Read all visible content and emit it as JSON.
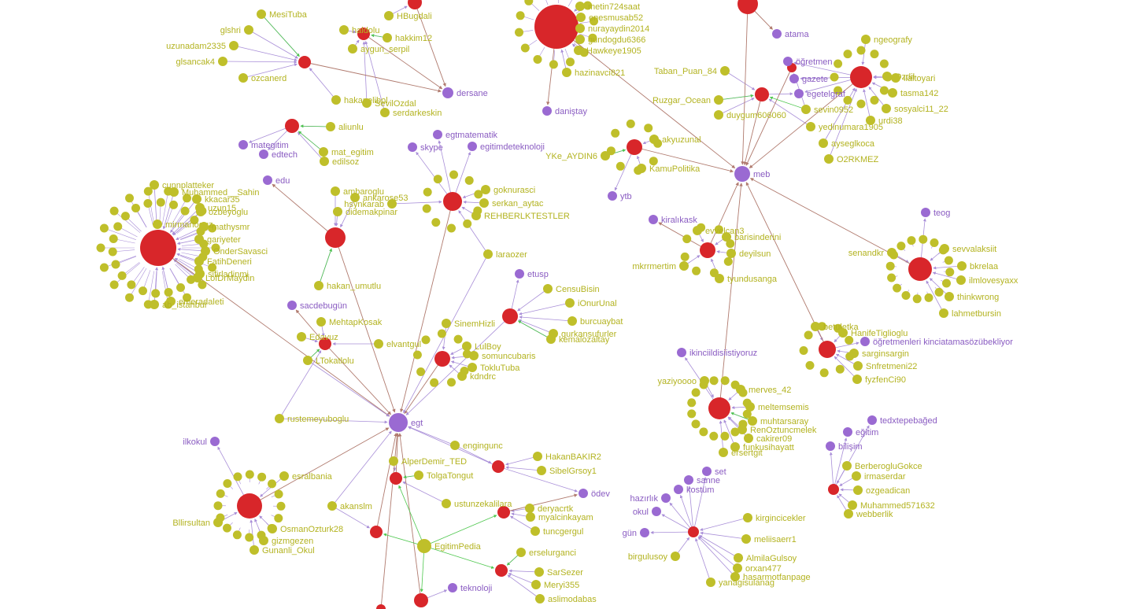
{
  "colors": {
    "user": "#bfbf2a",
    "hashtag": "#9a6ad2",
    "hub": "#d8262a",
    "edge_mention": "#b07a6e",
    "edge_hashtag": "#a98fd8",
    "edge_reply": "#4ec74e"
  },
  "nodes": [
    {
      "id": "h1",
      "kind": "hub",
      "label": ""
    },
    {
      "id": "h2",
      "kind": "hub",
      "label": ""
    },
    {
      "id": "h3",
      "kind": "hub",
      "label": ""
    },
    {
      "id": "h4",
      "kind": "hub",
      "label": ""
    },
    {
      "id": "h5",
      "kind": "hub",
      "label": ""
    },
    {
      "id": "h6",
      "kind": "hub",
      "label": ""
    },
    {
      "id": "h7",
      "kind": "hub",
      "label": ""
    },
    {
      "id": "h8",
      "kind": "hub",
      "label": ""
    },
    {
      "id": "h9",
      "kind": "hub",
      "label": ""
    },
    {
      "id": "h10",
      "kind": "hub",
      "label": ""
    },
    {
      "id": "h11",
      "kind": "hub",
      "label": ""
    },
    {
      "id": "h12",
      "kind": "hub",
      "label": ""
    },
    {
      "id": "h13",
      "kind": "hub",
      "label": ""
    },
    {
      "id": "h14",
      "kind": "hub",
      "label": ""
    },
    {
      "id": "h15",
      "kind": "hub",
      "label": ""
    },
    {
      "id": "h16",
      "kind": "hub",
      "label": ""
    },
    {
      "id": "h17",
      "kind": "hub",
      "label": ""
    },
    {
      "id": "h18",
      "kind": "hub",
      "label": ""
    },
    {
      "id": "h19",
      "kind": "hub",
      "label": ""
    },
    {
      "id": "h20",
      "kind": "hub",
      "label": ""
    },
    {
      "id": "h21",
      "kind": "hub",
      "label": ""
    },
    {
      "id": "h22",
      "kind": "hub",
      "label": ""
    },
    {
      "id": "h23",
      "kind": "hub",
      "label": ""
    },
    {
      "id": "h24",
      "kind": "hub",
      "label": ""
    },
    {
      "id": "h25",
      "kind": "hub",
      "label": ""
    },
    {
      "id": "h26",
      "kind": "hub",
      "label": ""
    },
    {
      "id": "h27",
      "kind": "hub",
      "label": ""
    },
    {
      "id": "h28",
      "kind": "hub",
      "label": ""
    },
    {
      "id": "h29",
      "kind": "hub",
      "label": ""
    },
    {
      "id": "h30",
      "kind": "hub",
      "label": ""
    },
    {
      "id": "t_egt",
      "kind": "tag-large",
      "label": "egt"
    },
    {
      "id": "t_meb",
      "kind": "tag-large",
      "label": "meb"
    },
    {
      "id": "t_dersane",
      "kind": "tag",
      "label": "dersane"
    },
    {
      "id": "t_danistay",
      "kind": "tag",
      "label": "daniştay"
    },
    {
      "id": "t_atama",
      "kind": "tag",
      "label": "atama"
    },
    {
      "id": "t_ogretmen",
      "kind": "tag",
      "label": "öğretmen"
    },
    {
      "id": "t_gazete",
      "kind": "tag",
      "label": "gazete"
    },
    {
      "id": "t_egetelgraf",
      "kind": "tag",
      "label": "egetelgraf"
    },
    {
      "id": "t_mategitim",
      "kind": "tag",
      "label": "mategitim"
    },
    {
      "id": "t_edtech",
      "kind": "tag",
      "label": "edtech"
    },
    {
      "id": "t_edu",
      "kind": "tag",
      "label": "edu"
    },
    {
      "id": "t_egtmatematik",
      "kind": "tag",
      "label": "egtmatematik"
    },
    {
      "id": "t_skype",
      "kind": "tag",
      "label": "skype"
    },
    {
      "id": "t_egitimdeteknoloji",
      "kind": "tag",
      "label": "egitimdeteknoloji"
    },
    {
      "id": "t_ytb",
      "kind": "tag",
      "label": "ytb"
    },
    {
      "id": "t_kiralikask",
      "kind": "tag",
      "label": "kiralıkask"
    },
    {
      "id": "t_teog",
      "kind": "tag",
      "label": "teog"
    },
    {
      "id": "t_etusp",
      "kind": "tag",
      "label": "etusp"
    },
    {
      "id": "t_sacdebugun",
      "kind": "tag",
      "label": "sacdebugün"
    },
    {
      "id": "t_ogretmenleri",
      "kind": "tag",
      "label": "öğretmenleri kinciatamasözübekliyor"
    },
    {
      "id": "t_ikinciildisi",
      "kind": "tag",
      "label": "ikinciildisiistiyoruz"
    },
    {
      "id": "t_ilkokul",
      "kind": "tag",
      "label": "ilkokul"
    },
    {
      "id": "t_odev",
      "kind": "tag",
      "label": "ödev"
    },
    {
      "id": "t_teknoloji",
      "kind": "tag",
      "label": "teknoloji"
    },
    {
      "id": "t_tedxtepebaged",
      "kind": "tag",
      "label": "tedxtepebağed"
    },
    {
      "id": "t_egitim",
      "kind": "tag",
      "label": "eğitim"
    },
    {
      "id": "t_bilisim",
      "kind": "tag",
      "label": "bilişim"
    },
    {
      "id": "t_set",
      "kind": "tag",
      "label": "set"
    },
    {
      "id": "t_sanne",
      "kind": "tag",
      "label": "sanne"
    },
    {
      "id": "t_kostum",
      "kind": "tag",
      "label": "kostüm"
    },
    {
      "id": "t_hazirlik",
      "kind": "tag",
      "label": "hazırlık"
    },
    {
      "id": "t_okul",
      "kind": "tag",
      "label": "okul"
    },
    {
      "id": "t_gun",
      "kind": "tag",
      "label": "gün"
    },
    {
      "id": "t_egitimpedia",
      "kind": "user-large",
      "label": "EgitimPedia"
    },
    {
      "id": "u_mesituba",
      "kind": "user",
      "label": "MesiTuba"
    },
    {
      "id": "u_glshri",
      "kind": "user",
      "label": "glshri"
    },
    {
      "id": "u_uzunadam",
      "kind": "user",
      "label": "uzunadam2335"
    },
    {
      "id": "u_glsancak",
      "kind": "user",
      "label": "glsancak4"
    },
    {
      "id": "u_ozcanerd",
      "kind": "user",
      "label": "ozcanerd"
    },
    {
      "id": "u_hbugdali",
      "kind": "user",
      "label": "HBugdali"
    },
    {
      "id": "u_haldolu",
      "kind": "user",
      "label": "haldolu"
    },
    {
      "id": "u_hakkim12",
      "kind": "user",
      "label": "hakkim12"
    },
    {
      "id": "u_aygunserpil",
      "kind": "user",
      "label": "aygun_serpil"
    },
    {
      "id": "u_metin724",
      "kind": "user",
      "label": "metin724saat"
    },
    {
      "id": "u_enesmusab",
      "kind": "user",
      "label": "enesmusab52"
    },
    {
      "id": "u_nurayaydin",
      "kind": "user",
      "label": "nurayaydin2014"
    },
    {
      "id": "u_gundogdu",
      "kind": "user",
      "label": "gundogdu6366"
    },
    {
      "id": "u_hawkeye",
      "kind": "user",
      "label": "Hawkeye1905"
    },
    {
      "id": "u_hazinavci",
      "kind": "user",
      "label": "hazinavci821"
    },
    {
      "id": "u_tabanpuan",
      "kind": "user",
      "label": "Taban_Puan_84"
    },
    {
      "id": "u_ruzgar",
      "kind": "user",
      "label": "Ruzgar_Ocean"
    },
    {
      "id": "u_duygum",
      "kind": "user",
      "label": "duygum606060"
    },
    {
      "id": "u_sevin",
      "kind": "user",
      "label": "sevin0952"
    },
    {
      "id": "u_yedinumara",
      "kind": "user",
      "label": "yedinumara1905"
    },
    {
      "id": "u_ayseglkoca",
      "kind": "user",
      "label": "ayseglkoca"
    },
    {
      "id": "u_o2rkmez",
      "kind": "user",
      "label": "O2RKMEZ"
    },
    {
      "id": "u_geografy",
      "kind": "user",
      "label": "ngeografy"
    },
    {
      "id": "u_ozdil",
      "kind": "user",
      "label": "Ozdil"
    },
    {
      "id": "u_ilaltoyari",
      "kind": "user",
      "label": "ilaltoyari"
    },
    {
      "id": "u_tasma",
      "kind": "user",
      "label": "tasma142"
    },
    {
      "id": "u_sosyalci",
      "kind": "user",
      "label": "sosyalci11_22"
    },
    {
      "id": "u_urdi38",
      "kind": "user",
      "label": "urdi38"
    },
    {
      "id": "u_hakanelibol",
      "kind": "user",
      "label": "hakanelibol"
    },
    {
      "id": "u_sevilozdal",
      "kind": "user",
      "label": "SevilOzdal"
    },
    {
      "id": "u_serdarkeskin",
      "kind": "user",
      "label": "serdarkeskin"
    },
    {
      "id": "u_aliunlu",
      "kind": "user",
      "label": "aliunlu"
    },
    {
      "id": "u_mategitim",
      "kind": "user",
      "label": "mat_egitim"
    },
    {
      "id": "u_edilsoz",
      "kind": "user",
      "label": "edilsoz"
    },
    {
      "id": "u_ambaroglu",
      "kind": "user",
      "label": "ambaroglu"
    },
    {
      "id": "u_ankarose",
      "kind": "user",
      "label": "ankarose53"
    },
    {
      "id": "u_didemakpinar",
      "kind": "user",
      "label": "didemakpinar"
    },
    {
      "id": "u_hakanumutlu",
      "kind": "user",
      "label": "hakan_umutlu"
    },
    {
      "id": "u_cunnplatteker",
      "kind": "user",
      "label": "cunnplatteker"
    },
    {
      "id": "u_muhammed",
      "kind": "user",
      "label": "Muhammed__Sahin"
    },
    {
      "id": "u_kkacar",
      "kind": "user",
      "label": "kkacar35"
    },
    {
      "id": "u_uzun15",
      "kind": "user",
      "label": "uzun15"
    },
    {
      "id": "u_ozbeyoglu",
      "kind": "user",
      "label": "ozbeyoglu"
    },
    {
      "id": "u_mirmanoguz",
      "kind": "user",
      "label": "mirmanoguz"
    },
    {
      "id": "u_mathysmr",
      "kind": "user",
      "label": "mathysmr"
    },
    {
      "id": "u_gariyeter",
      "kind": "user",
      "label": "gariyeter"
    },
    {
      "id": "u_ondersavasci",
      "kind": "user",
      "label": "OnderSavasci"
    },
    {
      "id": "u_fatihdeneri",
      "kind": "user",
      "label": "FatihDeneri"
    },
    {
      "id": "u_sifirladin",
      "kind": "user",
      "label": "sifirladinmi"
    },
    {
      "id": "u_lofdrmaydin",
      "kind": "user",
      "label": "LofDrMaydin"
    },
    {
      "id": "u_emeradaleti",
      "kind": "user",
      "label": "emeradaleti"
    },
    {
      "id": "u_istanbul",
      "kind": "user",
      "label": "ab_istanbul"
    },
    {
      "id": "u_goknurasci",
      "kind": "user",
      "label": "goknurasci"
    },
    {
      "id": "u_serkanaytac",
      "kind": "user",
      "label": "serkan_aytac"
    },
    {
      "id": "u_rehberlk",
      "kind": "user",
      "label": "REHBERLKTESTLER"
    },
    {
      "id": "u_hsynkarab",
      "kind": "user",
      "label": "hsynkarab"
    },
    {
      "id": "u_laraozer",
      "kind": "user",
      "label": "laraozer"
    },
    {
      "id": "u_akyuzunal",
      "kind": "user",
      "label": "akyuzunal"
    },
    {
      "id": "u_kamupolitika",
      "kind": "user",
      "label": "KamuPolitika"
    },
    {
      "id": "u_ykegaydin",
      "kind": "user",
      "label": "YKe_AYDIN6"
    },
    {
      "id": "u_evvelcan",
      "kind": "user",
      "label": "evvelcan3"
    },
    {
      "id": "u_barisinderini",
      "kind": "user",
      "label": "barisinderini"
    },
    {
      "id": "u_deyilsun",
      "kind": "user",
      "label": "deyilsun"
    },
    {
      "id": "u_mkrrmertim",
      "kind": "user",
      "label": "mkrrmertim"
    },
    {
      "id": "u_dudsanga",
      "kind": "user",
      "label": "tyundusanga"
    },
    {
      "id": "u_sevvalaksit",
      "kind": "user",
      "label": "sevvalaksiit"
    },
    {
      "id": "u_senandkr",
      "kind": "user",
      "label": "senandkr"
    },
    {
      "id": "u_bkrelaa",
      "kind": "user",
      "label": "bkrelaa"
    },
    {
      "id": "u_iloveyaxx",
      "kind": "user",
      "label": "ilmlovesyaxx"
    },
    {
      "id": "u_thinkwrong",
      "kind": "user",
      "label": "thinkwrong"
    },
    {
      "id": "u_lahmetbursin",
      "kind": "user",
      "label": "lahmetbursin"
    },
    {
      "id": "u_censubisin",
      "kind": "user",
      "label": "CensuBisin"
    },
    {
      "id": "u_ionurunal",
      "kind": "user",
      "label": "iOnurUnal"
    },
    {
      "id": "u_burcuaybat",
      "kind": "user",
      "label": "burcuaybat"
    },
    {
      "id": "u_gurkansufurler",
      "kind": "user",
      "label": "gurkansufurler"
    },
    {
      "id": "u_kemalozaltay",
      "kind": "user",
      "label": "kemalozaltay"
    },
    {
      "id": "u_mehtapkosak",
      "kind": "user",
      "label": "MehtapKosak"
    },
    {
      "id": "u_edavuz",
      "kind": "user",
      "label": "Edavuz"
    },
    {
      "id": "u_ltokatlolu",
      "kind": "user",
      "label": "LTokatlolu"
    },
    {
      "id": "u_elvantgul",
      "kind": "user",
      "label": "elvantgul"
    },
    {
      "id": "u_sinemhizli",
      "kind": "user",
      "label": "SinemHizli"
    },
    {
      "id": "u_lulboy",
      "kind": "user",
      "label": "LulBoy"
    },
    {
      "id": "u_somuncubaris",
      "kind": "user",
      "label": "somuncubaris"
    },
    {
      "id": "u_toklutuba",
      "kind": "user",
      "label": "TokluTuba"
    },
    {
      "id": "u_kdndrc",
      "kind": "user",
      "label": "kdndrc"
    },
    {
      "id": "u_rustemeyuboglu",
      "kind": "user",
      "label": "rustemeyuboglu"
    },
    {
      "id": "u_betuletka",
      "kind": "user",
      "label": "betuletka"
    },
    {
      "id": "u_hanifetiglioglu",
      "kind": "user",
      "label": "HanifeTiglioglu"
    },
    {
      "id": "u_sarginsargin",
      "kind": "user",
      "label": "sarginsargin"
    },
    {
      "id": "u_snfretmeni",
      "kind": "user",
      "label": "Snfretmeni22"
    },
    {
      "id": "u_fyzfenci",
      "kind": "user",
      "label": "fyzfenCi90"
    },
    {
      "id": "u_merves42",
      "kind": "user",
      "label": "merves_42"
    },
    {
      "id": "u_yaziyoooo",
      "kind": "user",
      "label": "yaziyoooo"
    },
    {
      "id": "u_meltemsemis",
      "kind": "user",
      "label": "meltemsemis"
    },
    {
      "id": "u_muhtarsaray",
      "kind": "user",
      "label": "muhtarsaray"
    },
    {
      "id": "u_renoztuncmelek",
      "kind": "user",
      "label": "RenOztuncmelek"
    },
    {
      "id": "u_cakirer",
      "kind": "user",
      "label": "cakirer09"
    },
    {
      "id": "u_funkusihayatt",
      "kind": "user",
      "label": "funkusihayatt"
    },
    {
      "id": "u_ersertgit",
      "kind": "user",
      "label": "ersertgit"
    },
    {
      "id": "u_esralbania",
      "kind": "user",
      "label": "esralbania"
    },
    {
      "id": "u_bllirsultan",
      "kind": "user",
      "label": "Bllirsultan"
    },
    {
      "id": "u_osmanozturk",
      "kind": "user",
      "label": "OsmanOzturk28"
    },
    {
      "id": "u_gizmgezen",
      "kind": "user",
      "label": "gizmgezen"
    },
    {
      "id": "u_gunanli",
      "kind": "user",
      "label": "Gunanli_Okul"
    },
    {
      "id": "u_akanslm",
      "kind": "user",
      "label": "akanslm"
    },
    {
      "id": "u_alperdemir",
      "kind": "user",
      "label": "AlperDemir_TED"
    },
    {
      "id": "u_tolgatongut",
      "kind": "user",
      "label": "TolgaTongut"
    },
    {
      "id": "u_engingunc",
      "kind": "user",
      "label": "engingunc"
    },
    {
      "id": "u_hakanbakir",
      "kind": "user",
      "label": "HakanBAKIR2"
    },
    {
      "id": "u_sibelgrsoy",
      "kind": "user",
      "label": "SibelGrsoy1"
    },
    {
      "id": "u_ustunzeka",
      "kind": "user",
      "label": "ustunzekalilara"
    },
    {
      "id": "u_deryacrtk",
      "kind": "user",
      "label": "deryacrtk"
    },
    {
      "id": "u_myalcinkayam",
      "kind": "user",
      "label": "myalcinkayam"
    },
    {
      "id": "u_tuncgergul",
      "kind": "user",
      "label": "tuncgergul"
    },
    {
      "id": "u_erselurganci",
      "kind": "user",
      "label": "erselurganci"
    },
    {
      "id": "u_sarsezer",
      "kind": "user",
      "label": "SarSezer"
    },
    {
      "id": "u_meryi355",
      "kind": "user",
      "label": "Meryi355"
    },
    {
      "id": "u_aslimodabas",
      "kind": "user",
      "label": "aslimodabas"
    },
    {
      "id": "u_berberoglugokce",
      "kind": "user",
      "label": "BerberogluGokce"
    },
    {
      "id": "u_irmaserdar",
      "kind": "user",
      "label": "irmaserdar"
    },
    {
      "id": "u_ozgeadican",
      "kind": "user",
      "label": "ozgeadican"
    },
    {
      "id": "u_muhammed571632",
      "kind": "user",
      "label": "Muhammed571632"
    },
    {
      "id": "u_webberlik",
      "kind": "user",
      "label": "webberlik"
    },
    {
      "id": "u_kirgincicekler",
      "kind": "user",
      "label": "kirgincicekler"
    },
    {
      "id": "u_meliisaerr",
      "kind": "user",
      "label": "meliisaerr1"
    },
    {
      "id": "u_almilagulsoy",
      "kind": "user",
      "label": "AlmilaGulsoy"
    },
    {
      "id": "u_orxan477",
      "kind": "user",
      "label": "orxan477"
    },
    {
      "id": "u_birgulusoy",
      "kind": "user",
      "label": "birgulusoy"
    },
    {
      "id": "u_hasarmotfanpage",
      "kind": "user",
      "label": "hasarmotfanpage"
    },
    {
      "id": "u_yanagisu",
      "kind": "user",
      "label": "yanagisulanag"
    }
  ]
}
